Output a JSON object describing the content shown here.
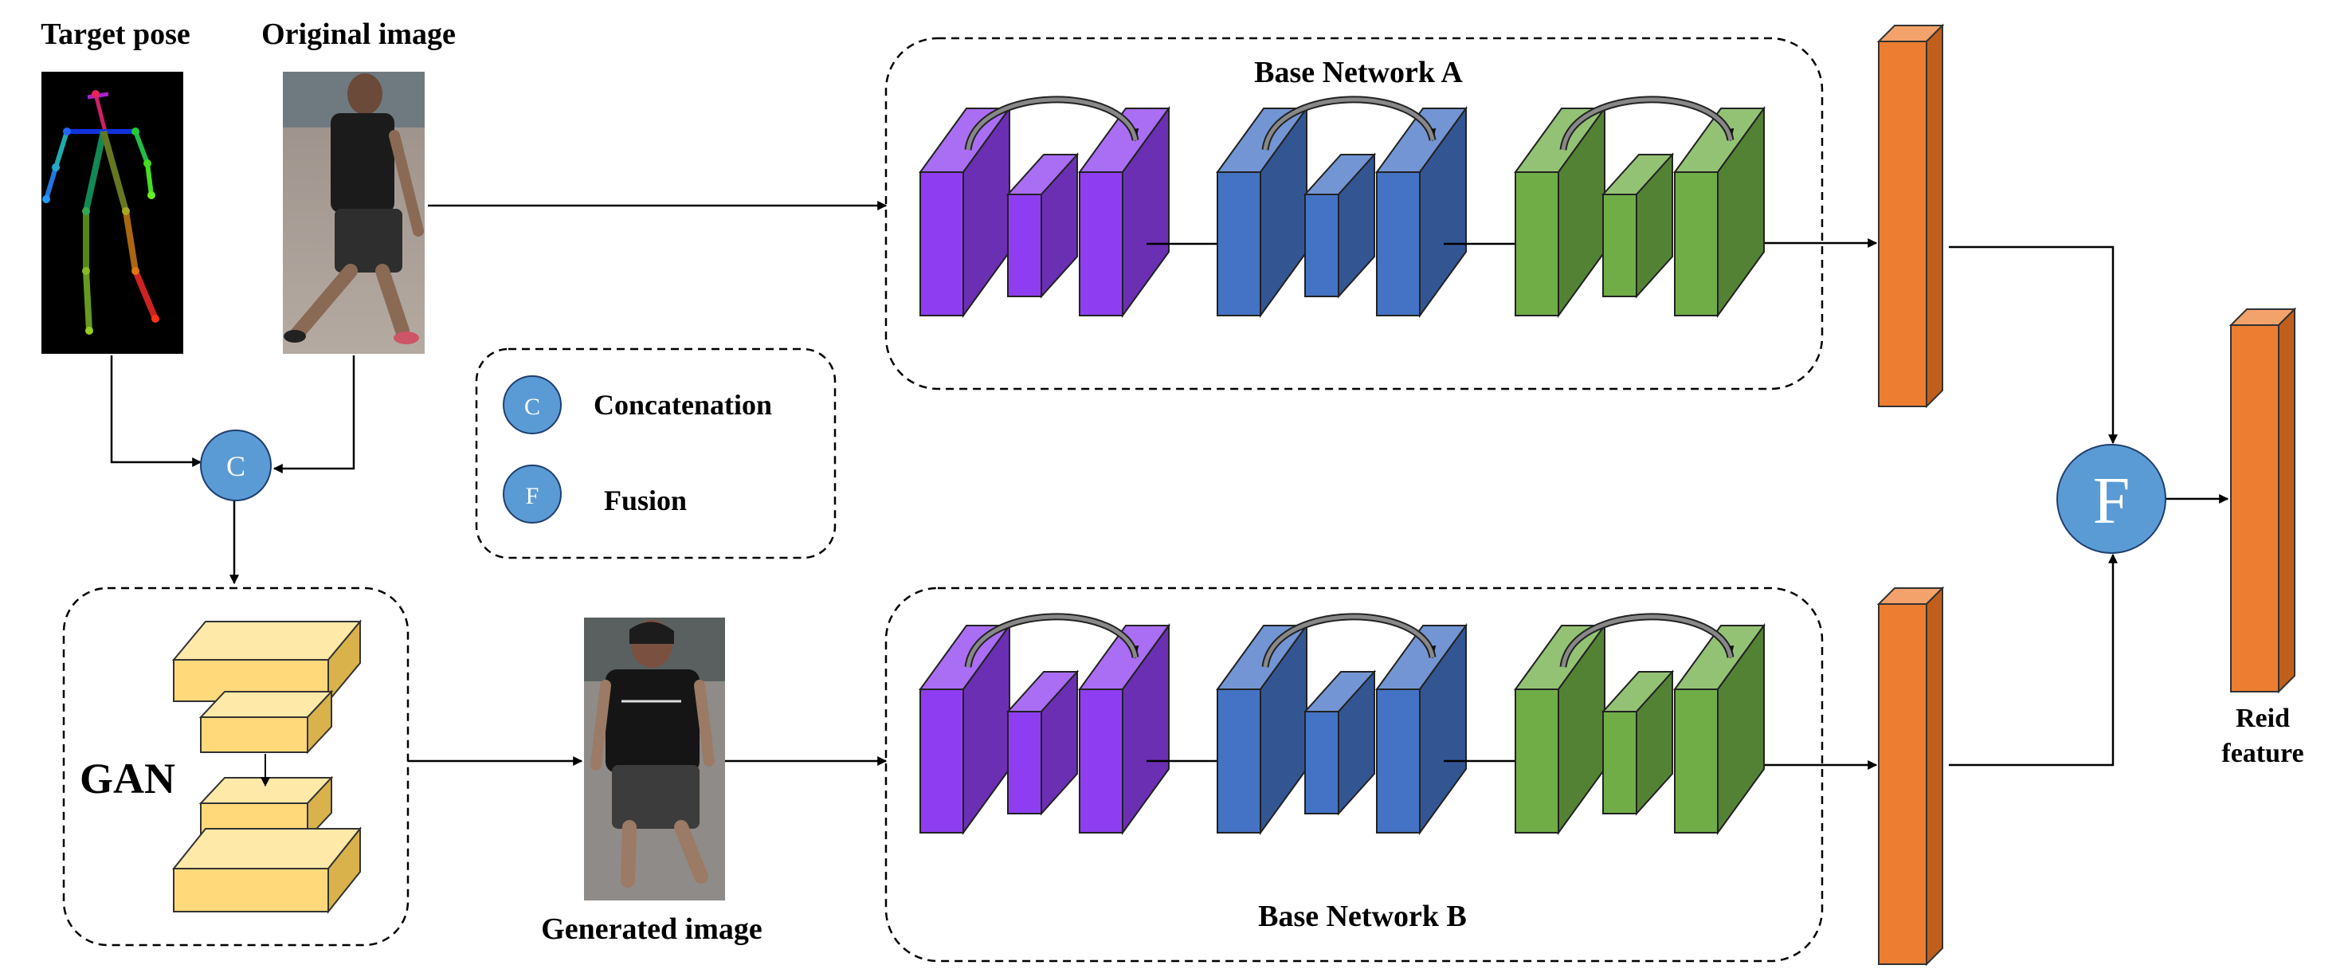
{
  "labels": {
    "target_pose": "Target pose",
    "original_image": "Original image",
    "generated_image": "Generated image",
    "base_network_a": "Base Network A",
    "base_network_b": "Base Network B",
    "gan": "GAN",
    "reid_line1": "Reid",
    "reid_line2": "feature"
  },
  "legend": {
    "concat_symbol": "C",
    "concat_label": "Concatenation",
    "fusion_symbol": "F",
    "fusion_label": "Fusion"
  },
  "nodes": {
    "concat_symbol": "C",
    "fusion_symbol": "F"
  },
  "colors": {
    "purple": "#8e3ef0",
    "blue": "#4472c4",
    "green": "#70ad47",
    "orange": "#ed7d31",
    "gan_yellow": "#ffd97a",
    "circle_blue": "#5b9bd5"
  },
  "images": [
    "pose-skeleton",
    "pedestrian-original",
    "pedestrian-generated"
  ]
}
